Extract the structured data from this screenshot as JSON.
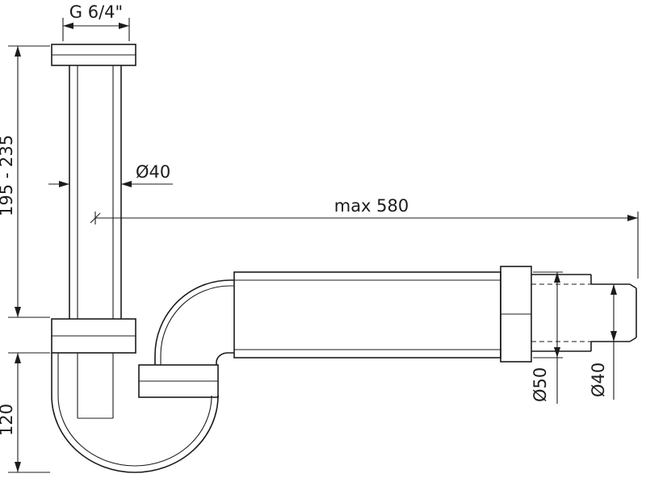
{
  "drawing": {
    "type": "technical-dimension-drawing",
    "subject": "bottle trap with flexible corrugated outlet hose",
    "labels": {
      "thread_size": "G 6/4\"",
      "height_range": "195 - 235",
      "inlet_diameter": "Ø40",
      "max_length": "max 580",
      "trap_depth": "120",
      "hose_diameter": "Ø50",
      "outlet_diameter": "Ø40"
    },
    "colors": {
      "line": "#1c1c1c",
      "background": "#ffffff"
    }
  }
}
